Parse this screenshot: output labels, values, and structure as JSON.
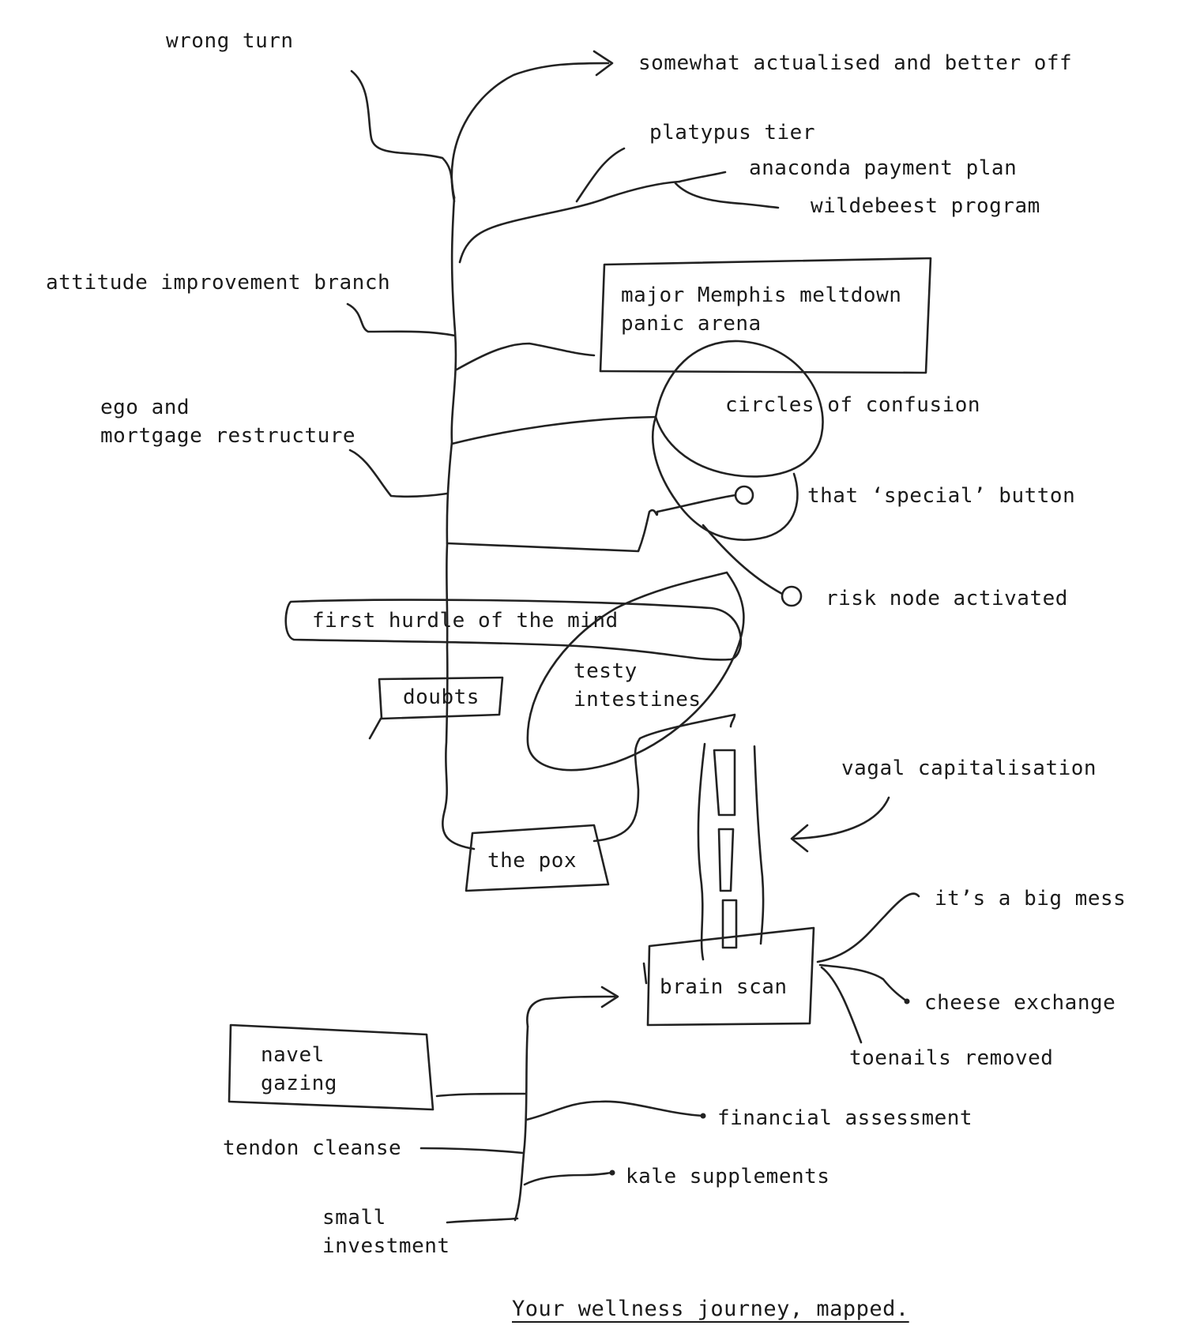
{
  "labels": {
    "wrong_turn": "wrong turn",
    "somewhat_actualised": "somewhat actualised and better off",
    "platypus_tier": "platypus tier",
    "anaconda_plan": "anaconda payment plan",
    "wildebeest_program": "wildebeest program",
    "attitude_branch": "attitude improvement branch",
    "memphis_meltdown": "major Memphis meltdown\npanic arena",
    "circles_confusion": "circles of confusion",
    "ego_mortgage": "ego and\nmortgage restructure",
    "special_button": "that ‘special’ button",
    "risk_node": "risk node activated",
    "first_hurdle": "first hurdle of the mind",
    "testy_intestines": "testy\nintestines",
    "doubts": "doubts",
    "vagal_cap": "vagal capitalisation",
    "the_pox": "the pox",
    "big_mess": "it’s a big mess",
    "brain_scan": "brain scan",
    "cheese_exchange": "cheese exchange",
    "toenails_removed": "toenails removed",
    "navel_gazing": "navel\ngazing",
    "financial_assessment": "financial assessment",
    "tendon_cleanse": "tendon cleanse",
    "kale_supplements": "kale supplements",
    "small_investment": "small\ninvestment"
  },
  "caption": "Your wellness journey, mapped."
}
